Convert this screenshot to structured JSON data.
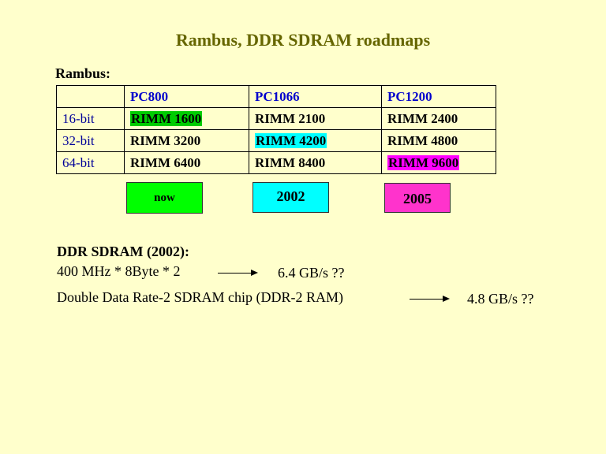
{
  "title": "Rambus, DDR SDRAM roadmaps",
  "rambus": {
    "label": "Rambus:",
    "headers": [
      "PC800",
      "PC1066",
      "PC1200"
    ],
    "rows": [
      {
        "label": "16-bit",
        "cells": [
          "RIMM 1600",
          "RIMM 2100",
          "RIMM 2400"
        ]
      },
      {
        "label": "32-bit",
        "cells": [
          "RIMM 3200",
          "RIMM 4200",
          "RIMM 4800"
        ]
      },
      {
        "label": "64-bit",
        "cells": [
          "RIMM 6400",
          "RIMM 8400",
          "RIMM 9600"
        ]
      }
    ]
  },
  "timeline": [
    {
      "label": "now",
      "color": "#00ff00"
    },
    {
      "label": "2002",
      "color": "#00ffff"
    },
    {
      "label": "2005",
      "color": "#ff33cc"
    }
  ],
  "ddr": {
    "title": "DDR SDRAM (2002):",
    "line1": "400 MHz * 8Byte * 2",
    "line1_result": "6.4 GB/s ??",
    "line2": "Double Data Rate-2 SDRAM chip (DDR-2 RAM)",
    "line2_result": "4.8 GB/s ??"
  },
  "colors": {
    "background": "#ffffcc",
    "title": "#666600",
    "header": "#0000cc",
    "highlight_green": "#00cc00",
    "highlight_cyan": "#00ffff",
    "highlight_magenta": "#ff00ff"
  }
}
